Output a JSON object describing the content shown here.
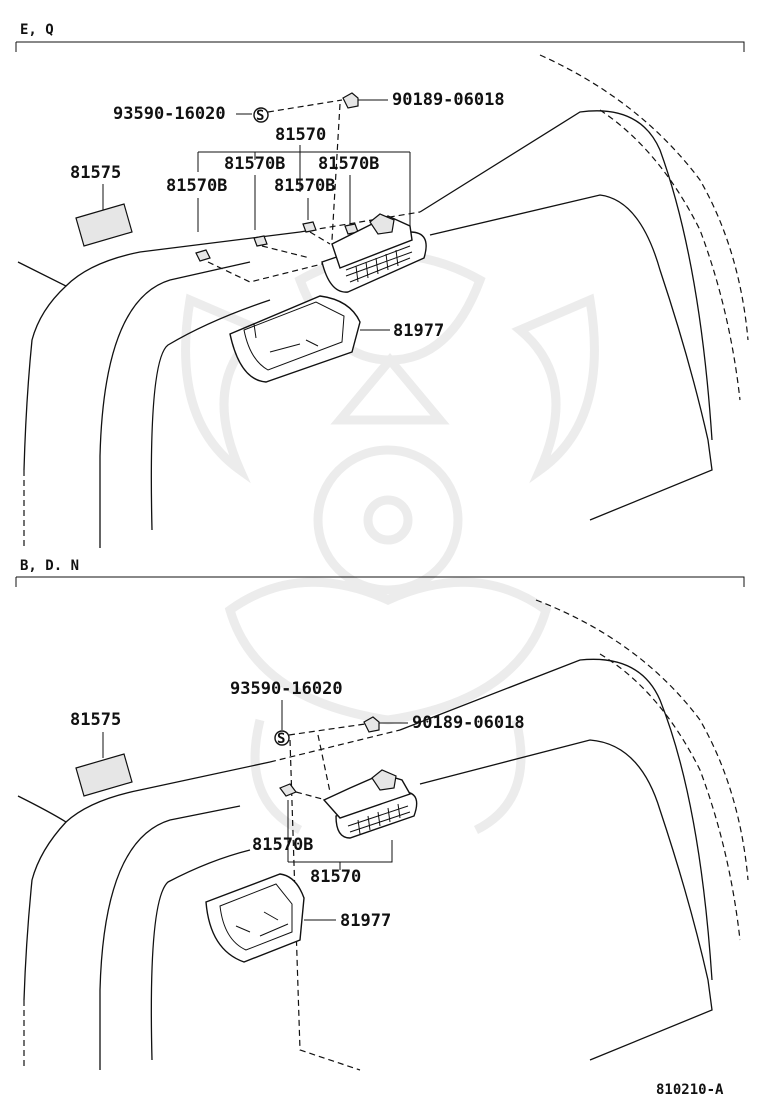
{
  "sections": [
    {
      "title": "E, Q",
      "labels": {
        "bolt": "93590-16020",
        "bulb_socket": "90189-06018",
        "lamp_assy": "81570",
        "lens_b1": "81570B",
        "lens_b2": "81570B",
        "lens_b3": "81570B",
        "lens_b4": "81570B",
        "label_plate": "81575",
        "cover": "81977"
      },
      "bolt_symbol": "S"
    },
    {
      "title": "B, D. N",
      "labels": {
        "bolt": "93590-16020",
        "bulb_socket": "90189-06018",
        "label_plate": "81575",
        "lens_b": "81570B",
        "lamp_assy": "81570",
        "cover": "81977"
      },
      "bolt_symbol": "S"
    }
  ],
  "diagram_code": "810210-A"
}
